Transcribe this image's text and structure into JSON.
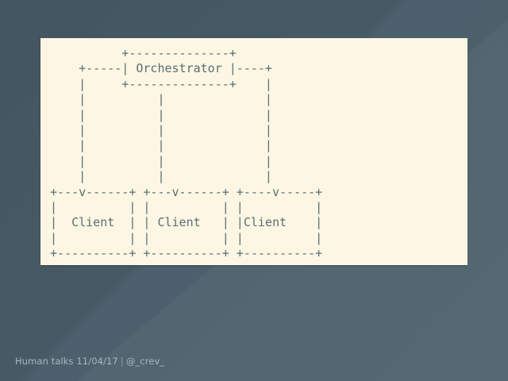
{
  "slide": {
    "diagram": {
      "lines": [
        "          +--------------+",
        "    +-----| Orchestrator |----+",
        "    |     +--------------+    |",
        "    |          |              |",
        "    |          |              |",
        "    |          |              |",
        "    |          |              |",
        "    |          |              |",
        "    |          |              |",
        "+---v------+ +---v------+ +----v-----+",
        "|          | |          | |          |",
        "|  Client  | | Client   | |Client    |",
        "|          | |          | |          |",
        "+----------+ +----------+ +----------+"
      ]
    },
    "footer": {
      "event": "Human talks 11/04/17",
      "separator": "|",
      "handle": "@_crev_"
    }
  },
  "colors": {
    "background": "#4a5f6b",
    "panel": "#fdf6e3",
    "ascii_text": "#586e75",
    "footer_text": "#a9b6be"
  }
}
